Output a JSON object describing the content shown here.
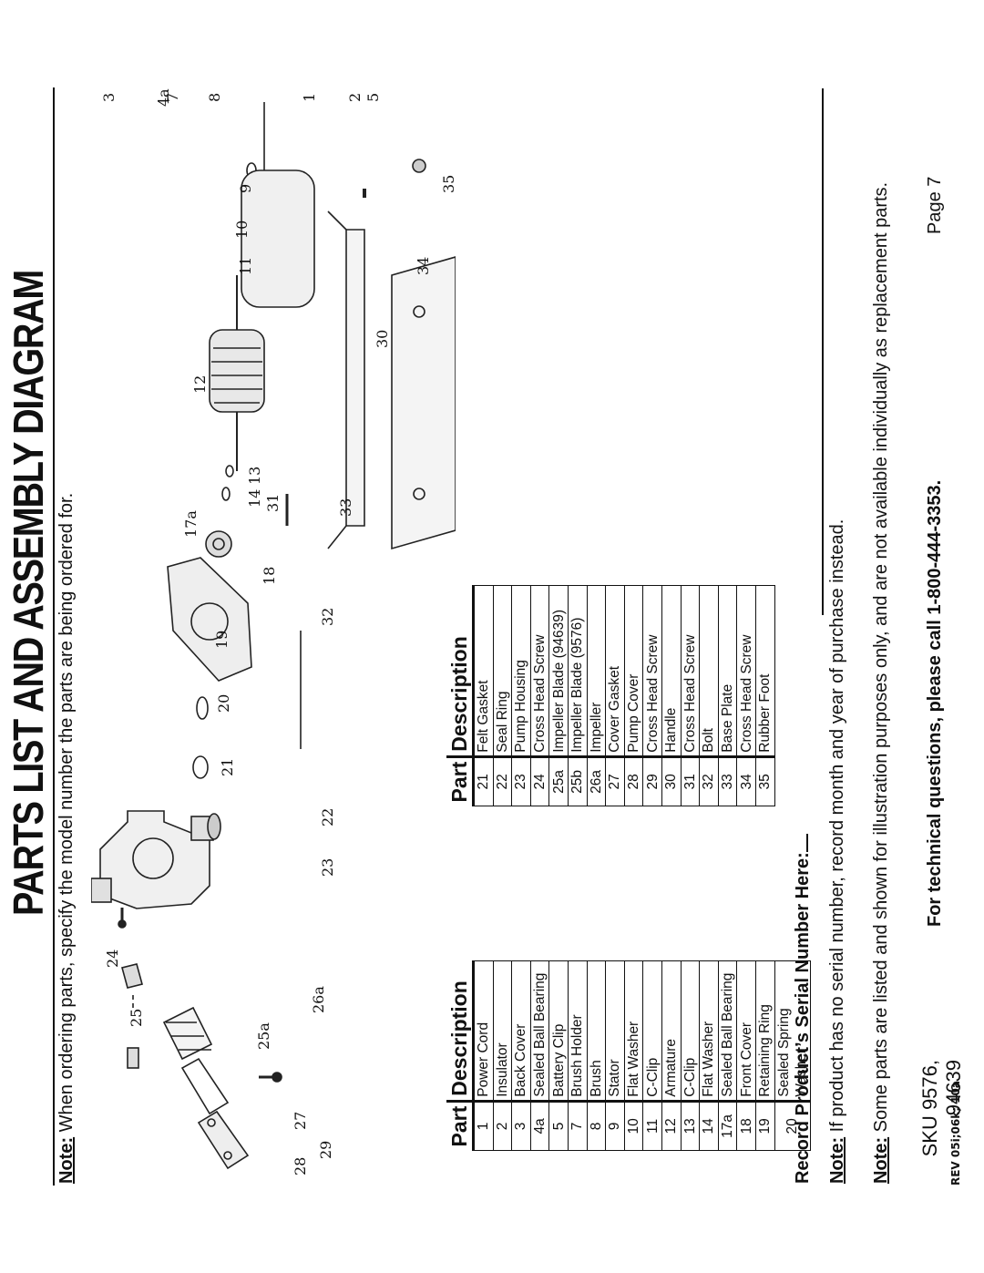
{
  "header": {
    "title": "PARTS LIST AND ASSEMBLY DIAGRAM",
    "note_label": "Note:",
    "note_text": "When ordering parts, specify the model number the parts are being ordered for."
  },
  "footer": {
    "revision": "REV 05i;06k; 10a",
    "sku_line1": "SKU 9576,",
    "sku_line2": "94639",
    "tech_questions": "For technical questions, please call 1-800-444-3353.",
    "page": "Page 7"
  },
  "parts_table_left": {
    "col_part": "Part",
    "col_description": "Description",
    "rows": [
      {
        "part": "1",
        "description": "Power Cord"
      },
      {
        "part": "2",
        "description": "Insulator"
      },
      {
        "part": "3",
        "description": "Back Cover"
      },
      {
        "part": "4a",
        "description": "Sealed Ball Bearing"
      },
      {
        "part": "5",
        "description": "Battery Clip"
      },
      {
        "part": "7",
        "description": "Brush Holder"
      },
      {
        "part": "8",
        "description": "Brush"
      },
      {
        "part": "9",
        "description": "Stator"
      },
      {
        "part": "10",
        "description": "Flat Washer"
      },
      {
        "part": "11",
        "description": "C-Clip"
      },
      {
        "part": "12",
        "description": "Armature"
      },
      {
        "part": "13",
        "description": "C-Clip"
      },
      {
        "part": "14",
        "description": "Flat Washer"
      },
      {
        "part": "17a",
        "description": "Sealed Ball Bearing"
      },
      {
        "part": "18",
        "description": "Front Cover"
      },
      {
        "part": "19",
        "description": "Retaining Ring"
      },
      {
        "part": "20",
        "description": "Sealed Spring Washer"
      }
    ]
  },
  "parts_table_right": {
    "col_part": "Part",
    "col_description": "Description",
    "rows": [
      {
        "part": "21",
        "description": "Felt Gasket"
      },
      {
        "part": "22",
        "description": "Seal Ring"
      },
      {
        "part": "23",
        "description": "Pump Housing"
      },
      {
        "part": "24",
        "description": "Cross Head Screw"
      },
      {
        "part": "25a",
        "description": "Impeller Blade (94639)"
      },
      {
        "part": "25b",
        "description": "Impeller Blade (9576)"
      },
      {
        "part": "26a",
        "description": "Impeller"
      },
      {
        "part": "27",
        "description": "Cover Gasket"
      },
      {
        "part": "28",
        "description": "Pump Cover"
      },
      {
        "part": "29",
        "description": "Cross Head Screw"
      },
      {
        "part": "30",
        "description": "Handle"
      },
      {
        "part": "31",
        "description": "Cross Head Screw"
      },
      {
        "part": "32",
        "description": "Bolt"
      },
      {
        "part": "33",
        "description": "Base Plate"
      },
      {
        "part": "34",
        "description": "Cross Head Screw"
      },
      {
        "part": "35",
        "description": "Rubber Foot"
      }
    ]
  },
  "diagram_labels": [
    "28",
    "27",
    "25a",
    "25",
    "24",
    "26a",
    "29",
    "23",
    "22",
    "21",
    "20",
    "19",
    "18",
    "31",
    "32",
    "17a",
    "14",
    "13",
    "12",
    "30",
    "11",
    "10",
    "9",
    "8",
    "4a",
    "3",
    "7",
    "1",
    "2",
    "5",
    "34",
    "35",
    "33"
  ],
  "record": {
    "label": "Record Product’s Serial Number Here:"
  },
  "notes": {
    "serial_label": "Note:",
    "serial_text": "If product has no serial number, record month and year of purchase instead.",
    "parts_label": "Note:",
    "parts_text": "Some parts are listed and shown for illustration purposes only, and are not available individually as replacement parts."
  }
}
